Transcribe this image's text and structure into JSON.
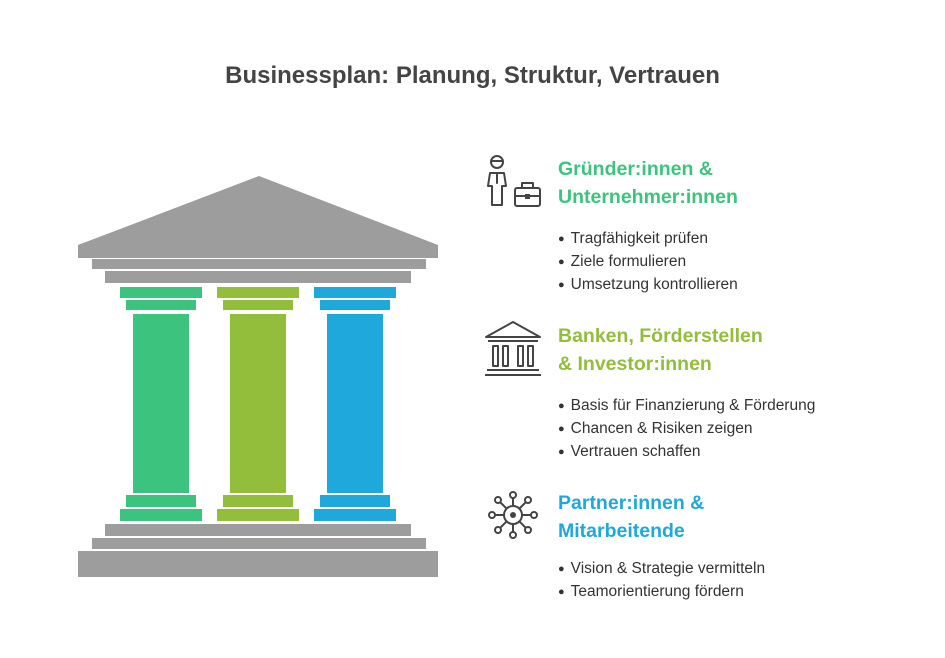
{
  "title": "Businessplan: Planung, Struktur, Vertrauen",
  "colors": {
    "stone": "#9d9d9d",
    "stone_dark": "#8e8e8e",
    "green": "#3cc47f",
    "lime": "#93be3b",
    "blue": "#1fa8dc",
    "icon": "#444444"
  },
  "sections": [
    {
      "icon": "founder-briefcase-icon",
      "heading_lines": [
        "Gründer:innen &",
        "Unternehmer:innen"
      ],
      "color": "#3cc47f",
      "bullets": [
        "Tragfähigkeit prüfen",
        "Ziele formulieren",
        "Umsetzung kontrollieren"
      ]
    },
    {
      "icon": "bank-building-icon",
      "heading_lines": [
        "Banken, Förderstellen",
        "& Investor:innen"
      ],
      "color": "#93be3b",
      "bullets": [
        "Basis für Finanzierung & Förderung",
        "Chancen & Risiken zeigen",
        "Vertrauen schaffen"
      ]
    },
    {
      "icon": "network-hub-icon",
      "heading_lines": [
        "Partner:innen &",
        "Mitarbeitende"
      ],
      "color": "#1fa8dc",
      "bullets": [
        "Vision & Strategie vermitteln",
        "Teamorientierung fördern"
      ]
    }
  ]
}
